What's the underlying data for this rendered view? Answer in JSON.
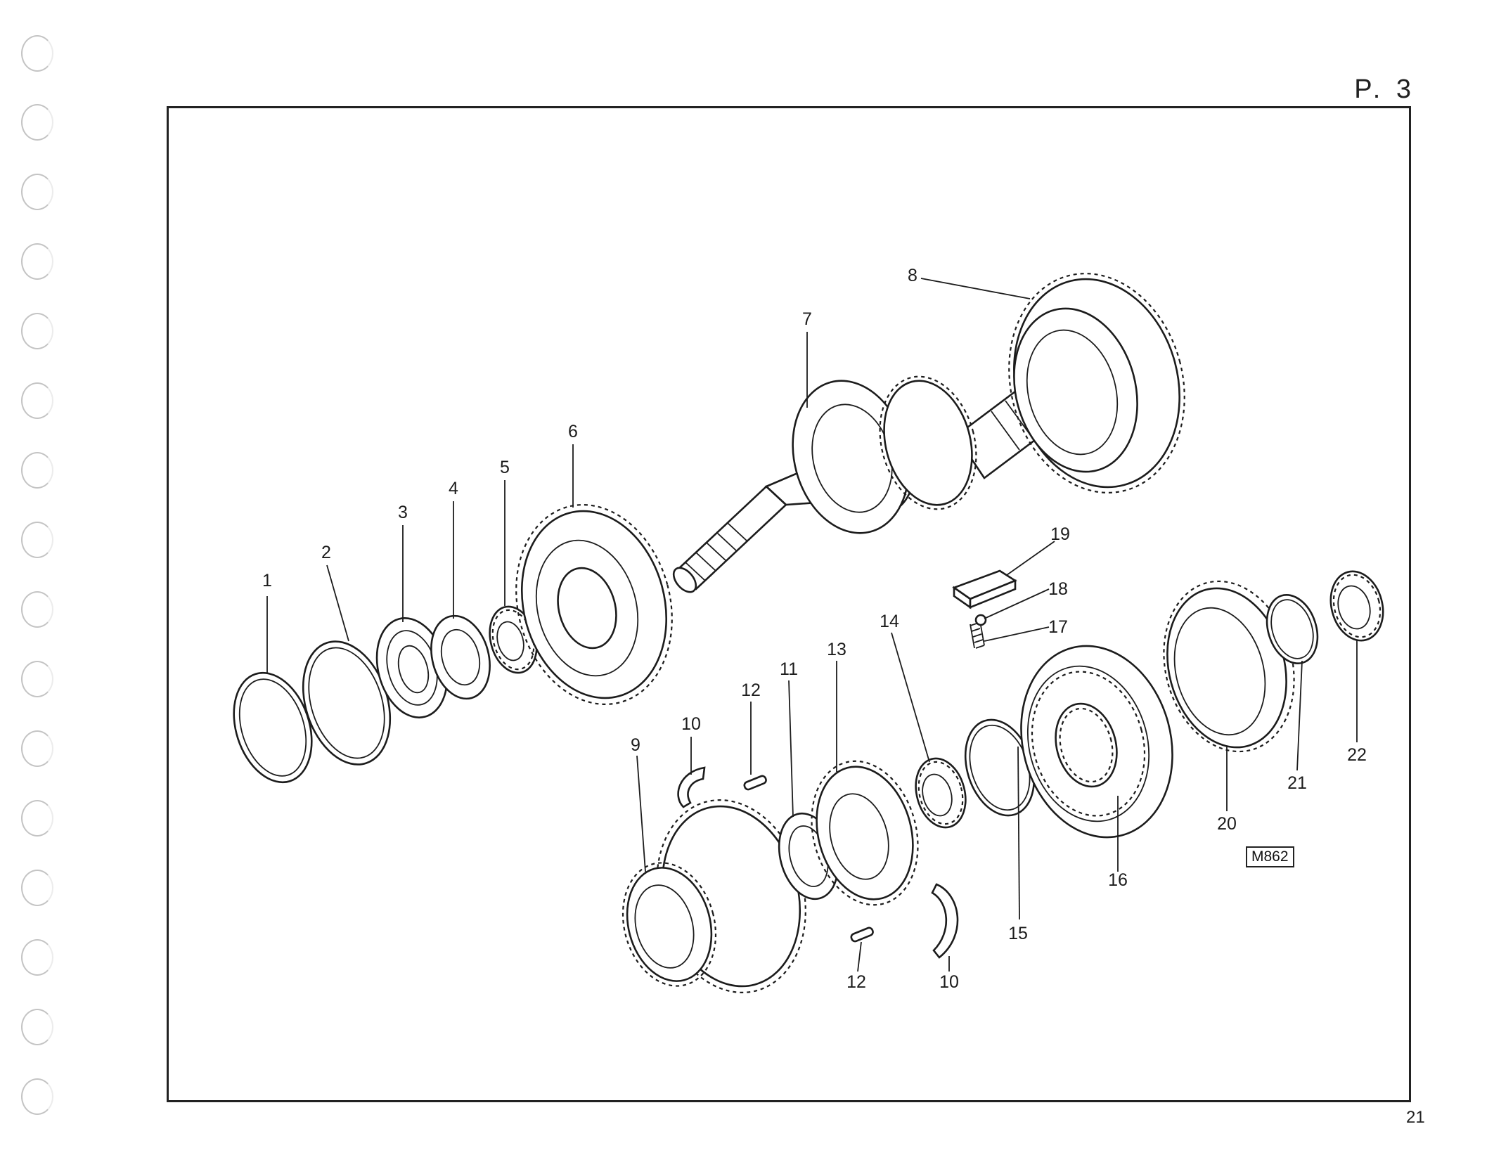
{
  "page": {
    "code": "P. 3",
    "number": "21",
    "drawing_ref": "M862"
  },
  "callouts": {
    "c1": "1",
    "c2": "2",
    "c3": "3",
    "c4": "4",
    "c5": "5",
    "c6": "6",
    "c7": "7",
    "c8": "8",
    "c9": "9",
    "c10a": "10",
    "c10b": "10",
    "c11": "11",
    "c12a": "12",
    "c12b": "12",
    "c13": "13",
    "c14": "14",
    "c15": "15",
    "c16": "16",
    "c17": "17",
    "c18": "18",
    "c19": "19",
    "c20": "20",
    "c21": "21",
    "c22": "22"
  }
}
